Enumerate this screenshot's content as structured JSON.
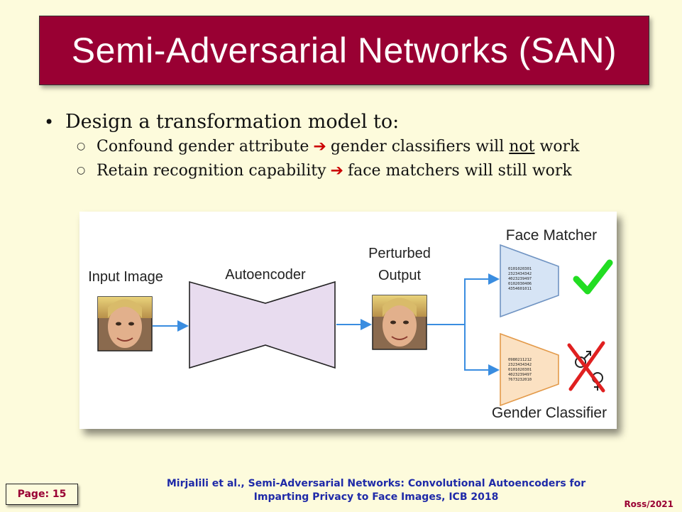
{
  "slide": {
    "title": "Semi-Adversarial Networks (SAN)",
    "bullet_main": "Design a transformation model to:",
    "sub1": {
      "before": "Confound gender attribute",
      "after_pre": "gender classifiers will",
      "after_ul": "not",
      "after_post": "work"
    },
    "sub2": {
      "before": "Retain recognition capability",
      "after": "face matchers will still work"
    },
    "arrow_glyph": "➔",
    "bullet_glyph": "•",
    "sub_glyph": "○"
  },
  "diagram": {
    "input_label": "Input Image",
    "encoder_label": "Autoencoder",
    "perturbed_line1": "Perturbed",
    "perturbed_line2": "Output",
    "face_matcher_label": "Face Matcher",
    "gender_classifier_label": "Gender Classifier",
    "matcher_code": [
      "0101020301",
      "2323434342",
      "4023239497",
      "0102030406",
      "4354601011"
    ],
    "classifier_code": [
      "0980211212",
      "2323434342",
      "0101020301",
      "4023239497",
      "7673232010"
    ],
    "icons": [
      "face-photo-icon",
      "check-mark-icon",
      "gender-symbols-icon",
      "red-x-icon"
    ],
    "colors": {
      "encoder_fill": "#e8dcef",
      "matcher_fill": "#d6e4f5",
      "matcher_stroke": "#6f93c2",
      "classifier_fill": "#fbe1c2",
      "classifier_stroke": "#e39a4a",
      "arrow": "#3a8de0",
      "check": "#22dd22",
      "cross": "#e02020"
    }
  },
  "footer": {
    "page_label": "Page: 15",
    "citation_line1": "Mirjalili et al., Semi-Adversarial Networks: Convolutional Autoencoders for",
    "citation_line2": "Imparting Privacy to Face Images, ICB 2018",
    "author": "Ross/2021"
  }
}
